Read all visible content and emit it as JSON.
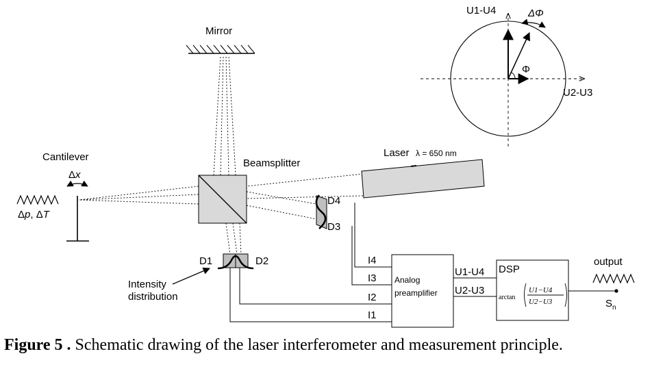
{
  "diagram": {
    "mirror": "Mirror",
    "cantilever": "Cantilever",
    "delta_x_symbol": "Δ",
    "delta_x_var": "x",
    "delta_p_symbol": "Δ",
    "delta_p_var": "p",
    "delta_sep": ", ",
    "delta_T_symbol": "Δ",
    "delta_T_var": "T",
    "beamsplitter": "Beamsplitter",
    "laser": "Laser",
    "lambda": "λ = 650 nm",
    "d1": "D1",
    "d2": "D2",
    "d3": "D3",
    "d4": "D4",
    "intensity_line1": "Intensity",
    "intensity_line2": "distribution",
    "i1": "I1",
    "i2": "I2",
    "i3": "I3",
    "i4": "I4",
    "preamp_line1": "Analog",
    "preamp_line2": "preamplifier",
    "u1_u4": "U1-U4",
    "u2_u3": "U2-U3",
    "dsp": "DSP",
    "arctan": "arctan",
    "frac_num": "U1−U4",
    "frac_den": "U2−U3",
    "output": "output",
    "sn_base": "S",
    "sn_sub": "n",
    "phasor_y": "U1-U4",
    "phasor_x": "U2-U3",
    "phi": "Φ",
    "delta_phi": "ΔΦ"
  },
  "caption": {
    "label": "Figure 5 .",
    "text": " Schematic drawing of the laser interferometer and measurement principle."
  }
}
